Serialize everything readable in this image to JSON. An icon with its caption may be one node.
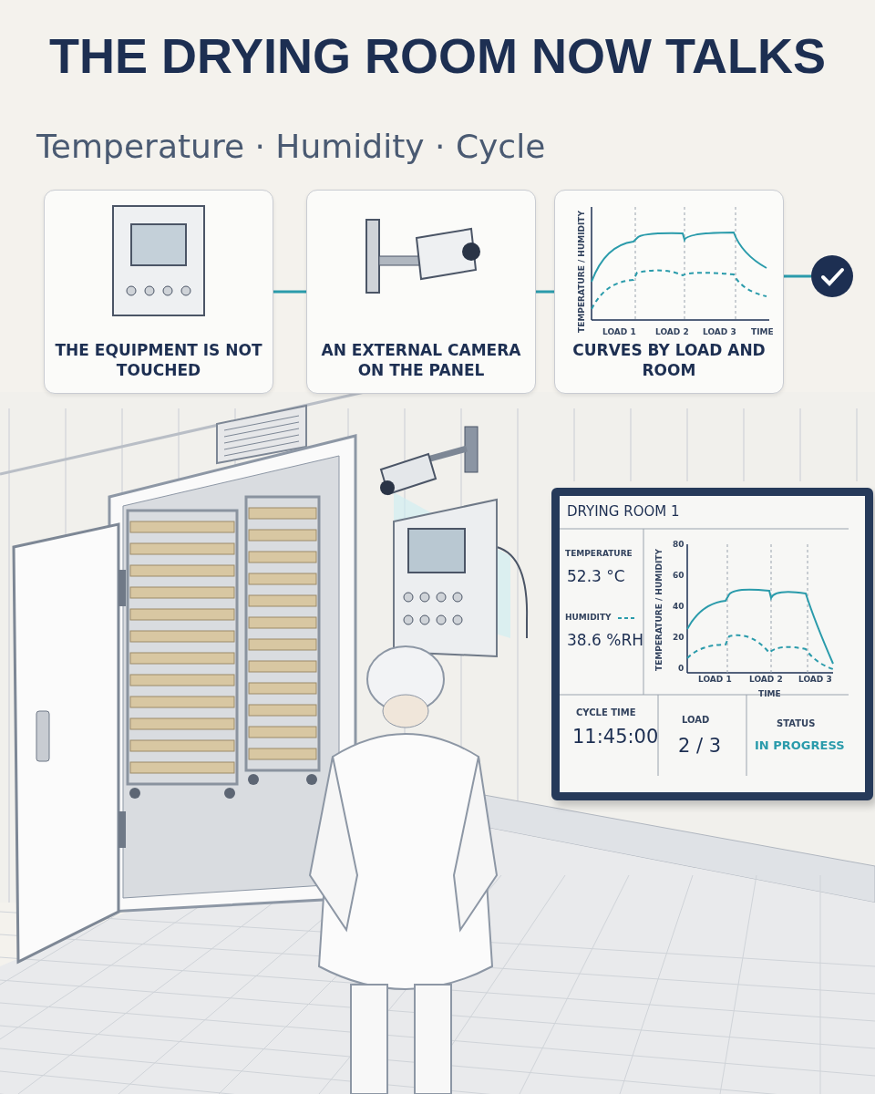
{
  "diagram": {
    "title": "THE DRYING ROOM NOW TALKS",
    "nodes": [
      {
        "text": [
          "THE EQUIPMENT IS NOT TOUCHED"
        ]
      },
      {
        "text": [
          "AN EXTERNAL CAMERA ON THE PANEL"
        ]
      },
      {
        "text": [
          "CURVES BY LOAD AND ROOM"
        ]
      },
      {
        "text": [],
        "shape": "circle"
      },
      {
        "text": [
          "DRYING ROOM 1",
          "TEMPERATURE",
          "52.3 °C",
          "HUMIDITY",
          "38.6 %RH",
          "CYCLE TIME",
          "11:45:00",
          "LOAD",
          "2 / 3",
          "STATUS",
          "IN PROGRESS"
        ]
      }
    ],
    "edges": [
      {
        "from": 0,
        "to": 1,
        "arrow": "none"
      },
      {
        "from": 1,
        "to": 2,
        "arrow": "none"
      },
      {
        "from": 2,
        "to": 3,
        "arrow": "none"
      }
    ],
    "labels": [
      "Temperature · Humidity · Cycle",
      "TEMPERATURE / HUMIDITY",
      "LOAD 1",
      "LOAD 2",
      "LOAD 3",
      "TIME",
      "80",
      "60",
      "40",
      "20",
      "0",
      "TEMPERATURE / HUMIDITY",
      "LOAD 1",
      "LOAD 2",
      "LOAD 3",
      "TIME"
    ]
  }
}
